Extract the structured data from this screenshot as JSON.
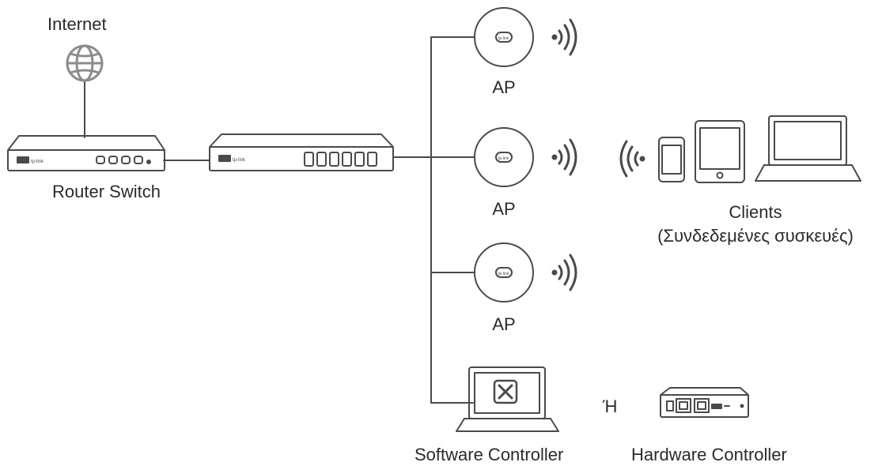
{
  "labels": {
    "internet": "Internet",
    "router_switch": "Router Switch",
    "ap_1": "AP",
    "ap_2": "AP",
    "ap_3": "AP",
    "clients_line1": "Clients",
    "clients_line2": "(Συνδεδεμένες συσκευές)",
    "or": "Ή",
    "software_controller": "Software Controller",
    "hardware_controller": "Hardware Controller"
  },
  "device_logo": "tp-link",
  "colors": {
    "stroke": "#4a4a4a",
    "globe": "#8c8c8c",
    "text": "#2b2b2b"
  },
  "icons": [
    "globe-icon",
    "router-icon",
    "switch-icon",
    "access-point-icon",
    "wifi-signal-icon",
    "phone-icon",
    "tablet-icon",
    "laptop-icon",
    "controller-tool-icon",
    "hardware-controller-icon"
  ]
}
